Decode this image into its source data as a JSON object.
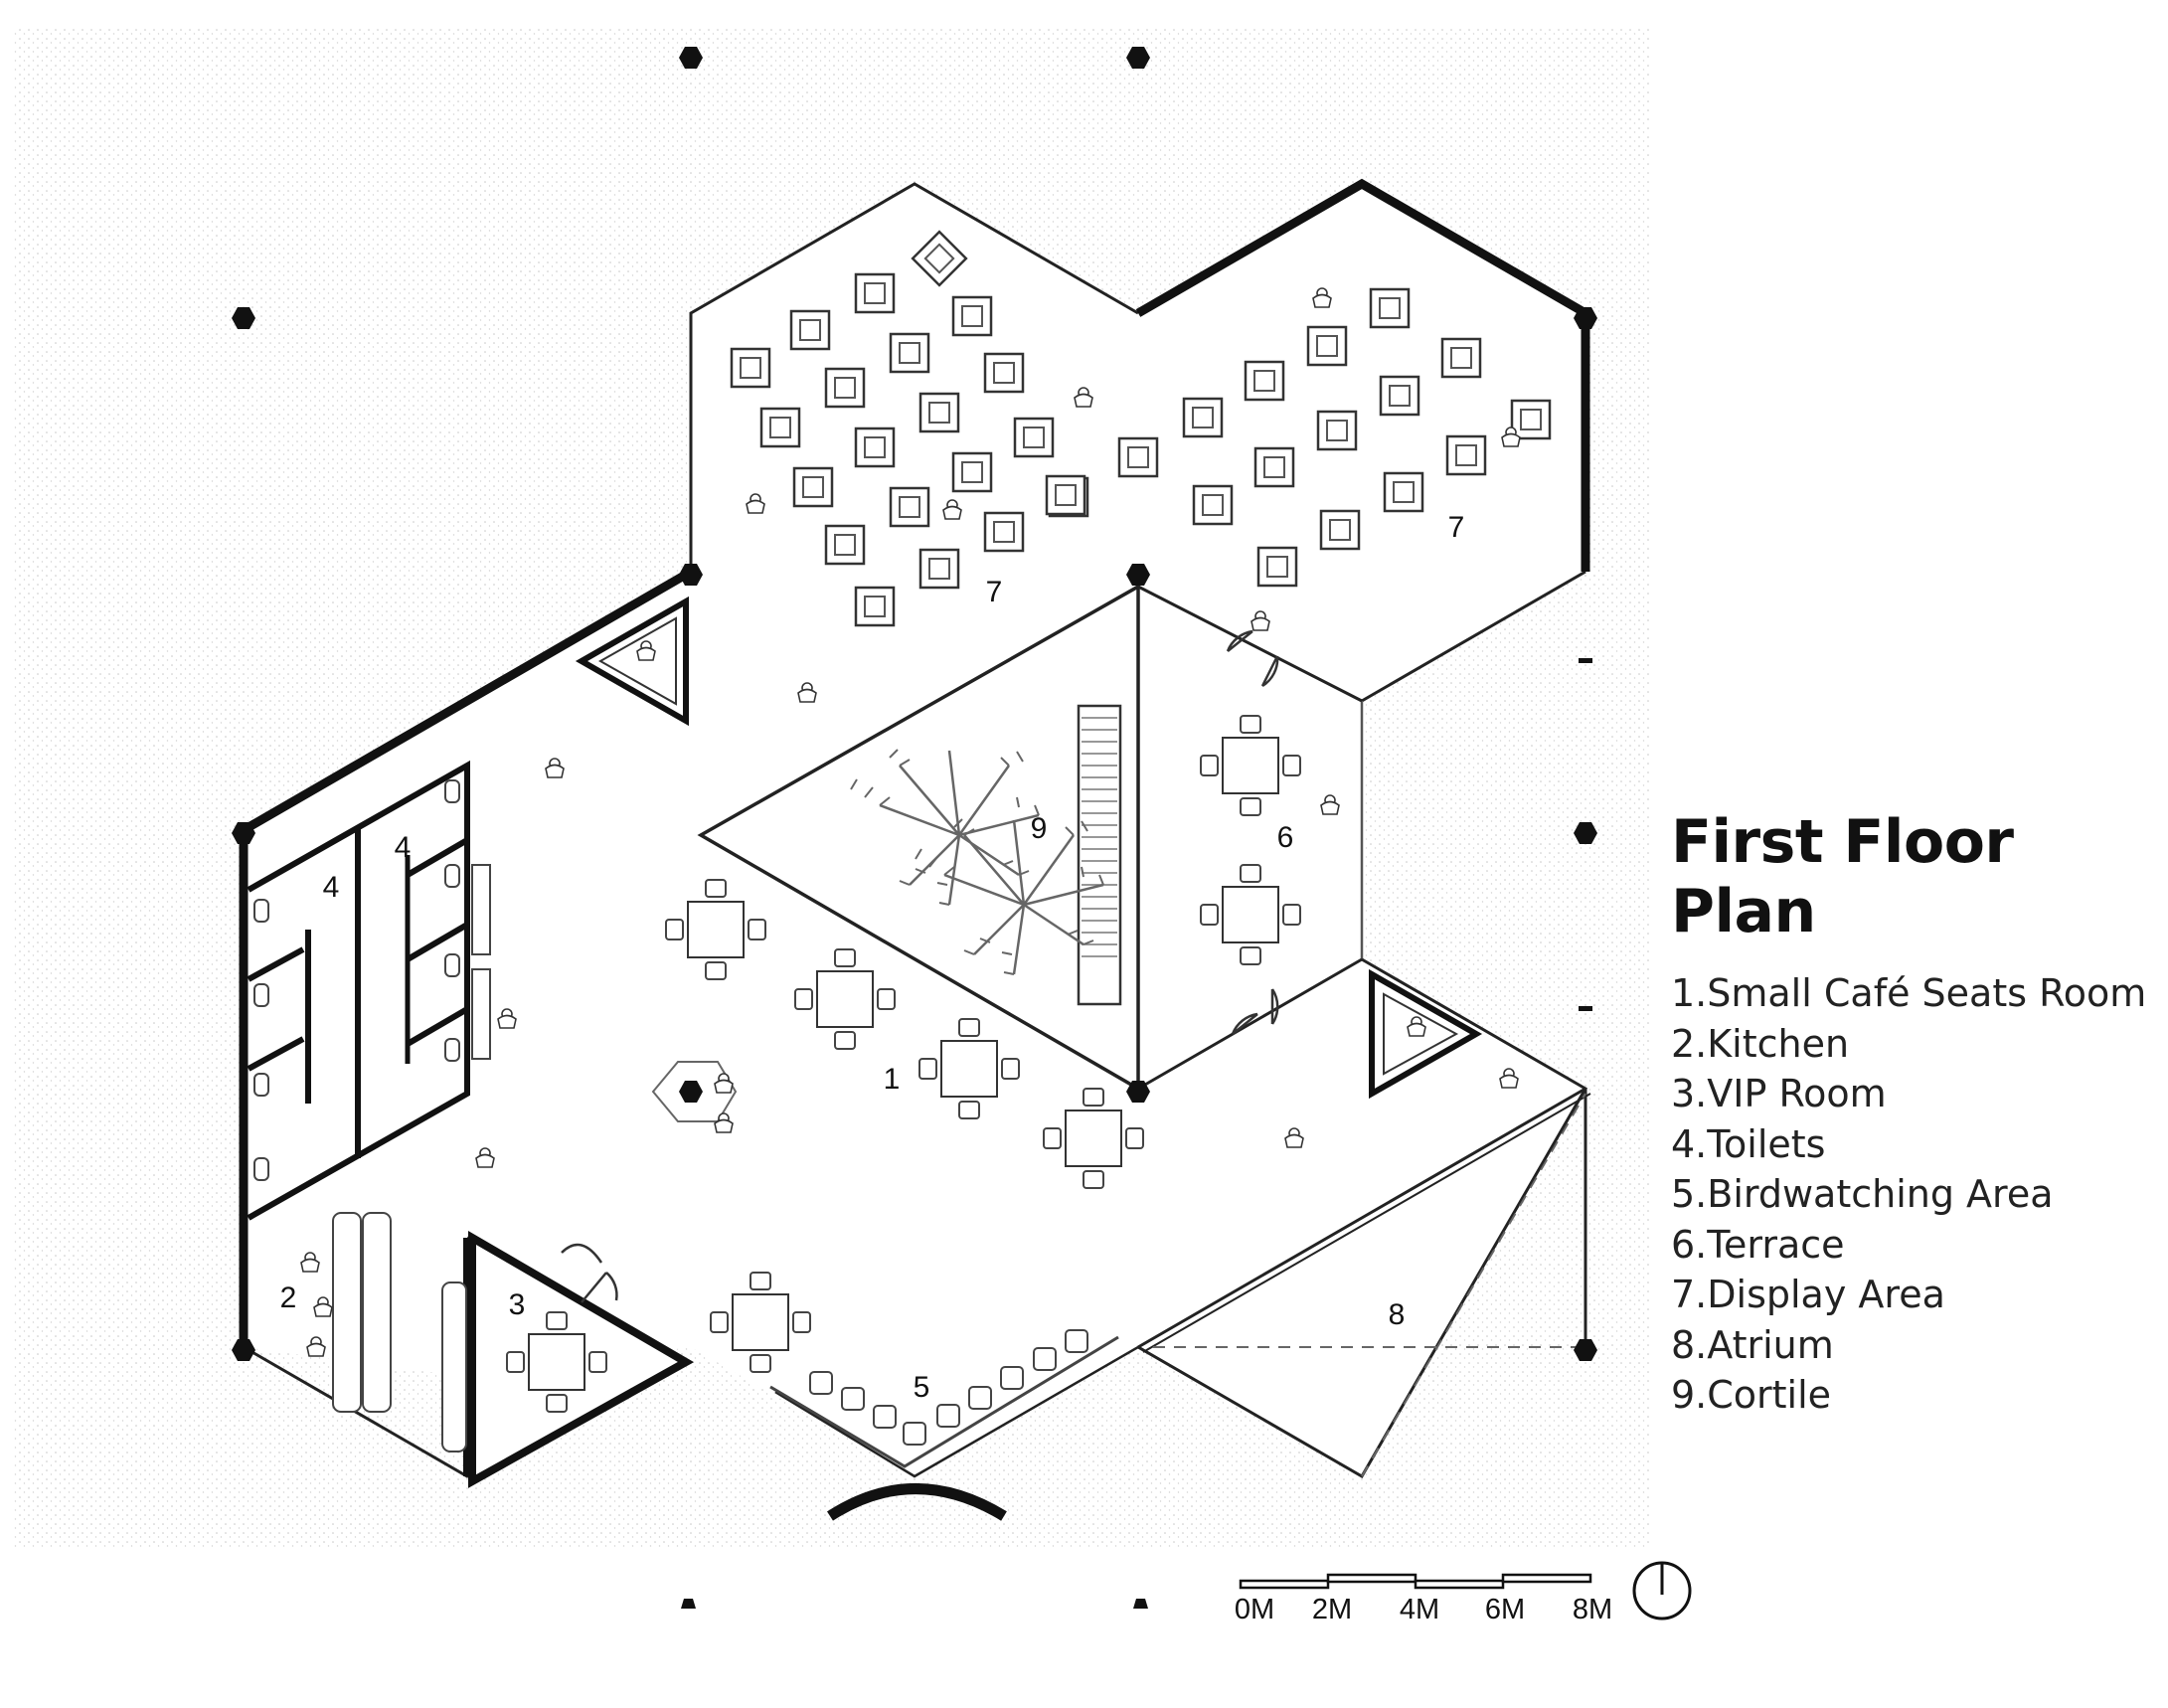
{
  "colors": {
    "wall": "#111111",
    "thin_line": "#333333",
    "texture": "#bfbfbf",
    "background": "#ffffff"
  },
  "legend": {
    "title": "First Floor Plan",
    "items": [
      "1.Small Café Seats Room",
      "2.Kitchen",
      "3.VIP Room",
      "4.Toilets",
      "5.Birdwatching Area",
      "6.Terrace",
      "7.Display Area",
      "8.Atrium",
      "9.Cortile"
    ]
  },
  "room_labels": {
    "cafe": "1",
    "kitchen": "2",
    "vip": "3",
    "toilets_left": "4",
    "toilets_right": "4",
    "birdwatching": "5",
    "terrace": "6",
    "display_left": "7",
    "display_right": "7",
    "atrium": "8",
    "cortile": "9"
  },
  "scale_bar": {
    "labels": [
      "0M",
      "2M",
      "4M",
      "6M",
      "8M"
    ]
  },
  "icons": {
    "north": "north-arrow-icon"
  }
}
